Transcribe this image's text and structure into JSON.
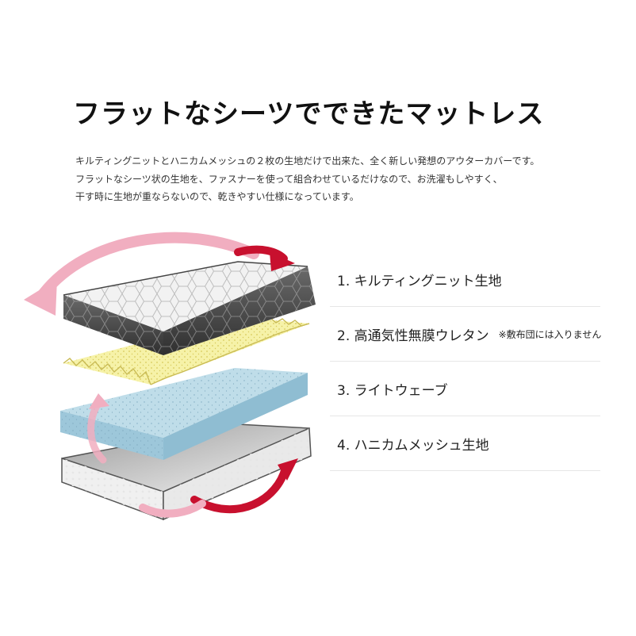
{
  "heading": {
    "title": "フラットなシーツでできたマットレス"
  },
  "description": {
    "lines": [
      "キルティングニットとハニカムメッシュの２枚の生地だけで出来た、全く新しい発想のアウターカバーです。",
      "フラットなシーツ状の生地を、ファスナーを使って組合わせているだけなので、お洗濯もしやすく、",
      "干す時に生地が重ならないので、乾きやすい仕様になっています。"
    ]
  },
  "layers": [
    {
      "label": "1. キルティングニット生地",
      "note": ""
    },
    {
      "label": "2. 高通気性無膜ウレタン",
      "note": "※敷布団には入りません"
    },
    {
      "label": "3. ライトウェーブ",
      "note": ""
    },
    {
      "label": "4. ハニカムメッシュ生地",
      "note": ""
    }
  ],
  "colors": {
    "arrow_pink": "#f1aec0",
    "arrow_red": "#c8102e",
    "quilt_dark": "#4a4a4a",
    "urethane_yellow": "#f4f0a0",
    "wave_blue": "#a9cfe0",
    "mesh_gray": "#d8d8d8"
  }
}
